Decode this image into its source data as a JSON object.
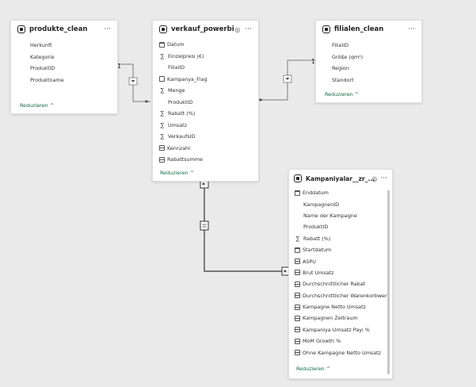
{
  "tables": {
    "produkte": {
      "title": "produkte_clean",
      "fields": [
        {
          "name": "Herkunft",
          "icon": "none"
        },
        {
          "name": "Kategorie",
          "icon": "none"
        },
        {
          "name": "ProduktID",
          "icon": "none"
        },
        {
          "name": "Produktname",
          "icon": "none"
        }
      ],
      "reduce": "Reduzieren ^"
    },
    "verkauf": {
      "title": "verkauf_powerbi",
      "fields": [
        {
          "name": "Datum",
          "icon": "calendar"
        },
        {
          "name": "Einzelpreis (€)",
          "icon": "sigma"
        },
        {
          "name": "FilialID",
          "icon": "none"
        },
        {
          "name": "Kampanya_Flag",
          "icon": "flag"
        },
        {
          "name": "Menge",
          "icon": "sigma"
        },
        {
          "name": "ProduktID",
          "icon": "none"
        },
        {
          "name": "Rabatt (%)",
          "icon": "sigma"
        },
        {
          "name": "Umsatz",
          "icon": "sigma"
        },
        {
          "name": "VerkaufsID",
          "icon": "sigma"
        },
        {
          "name": "Kennzahl",
          "icon": "measure"
        },
        {
          "name": "Rabattsumme",
          "icon": "measure"
        }
      ],
      "reduce": "Reduzieren ^"
    },
    "filialen": {
      "title": "filialen_clean",
      "fields": [
        {
          "name": "FilialID",
          "icon": "none"
        },
        {
          "name": "Größe (qm²)",
          "icon": "none"
        },
        {
          "name": "Region",
          "icon": "none"
        },
        {
          "name": "Standort",
          "icon": "none"
        }
      ],
      "reduce": "Reduzieren ^"
    },
    "kampagnen": {
      "title": "Kampaniyalar__zr_...",
      "fields": [
        {
          "name": "Enddatum",
          "icon": "calendar"
        },
        {
          "name": "KampagnenID",
          "icon": "none"
        },
        {
          "name": "Name der Kampagne",
          "icon": "none"
        },
        {
          "name": "ProduktID",
          "icon": "none"
        },
        {
          "name": "Rabatt (%)",
          "icon": "sigma"
        },
        {
          "name": "Startdatum",
          "icon": "calendar"
        },
        {
          "name": "ASPU",
          "icon": "measure"
        },
        {
          "name": "Brut Umsatz",
          "icon": "measure"
        },
        {
          "name": "Durchschnittlicher Rabat",
          "icon": "measure"
        },
        {
          "name": "Durchschnittlicher Warenkorbwert",
          "icon": "measure"
        },
        {
          "name": "Kampagne Netto Umsatz",
          "icon": "measure"
        },
        {
          "name": "Kampagnen Zeitraum",
          "icon": "measure"
        },
        {
          "name": "Kampaniya Umsatz Payı %",
          "icon": "measure"
        },
        {
          "name": "MoM Growth %",
          "icon": "measure"
        },
        {
          "name": "Ohne Kampagne Netto Umsatz",
          "icon": "measure"
        }
      ],
      "reduce": "Reduzieren ^"
    }
  },
  "relationships": {
    "one_label": "1",
    "many_label": "*"
  },
  "icons": {
    "more": "···",
    "eye": "◎"
  }
}
